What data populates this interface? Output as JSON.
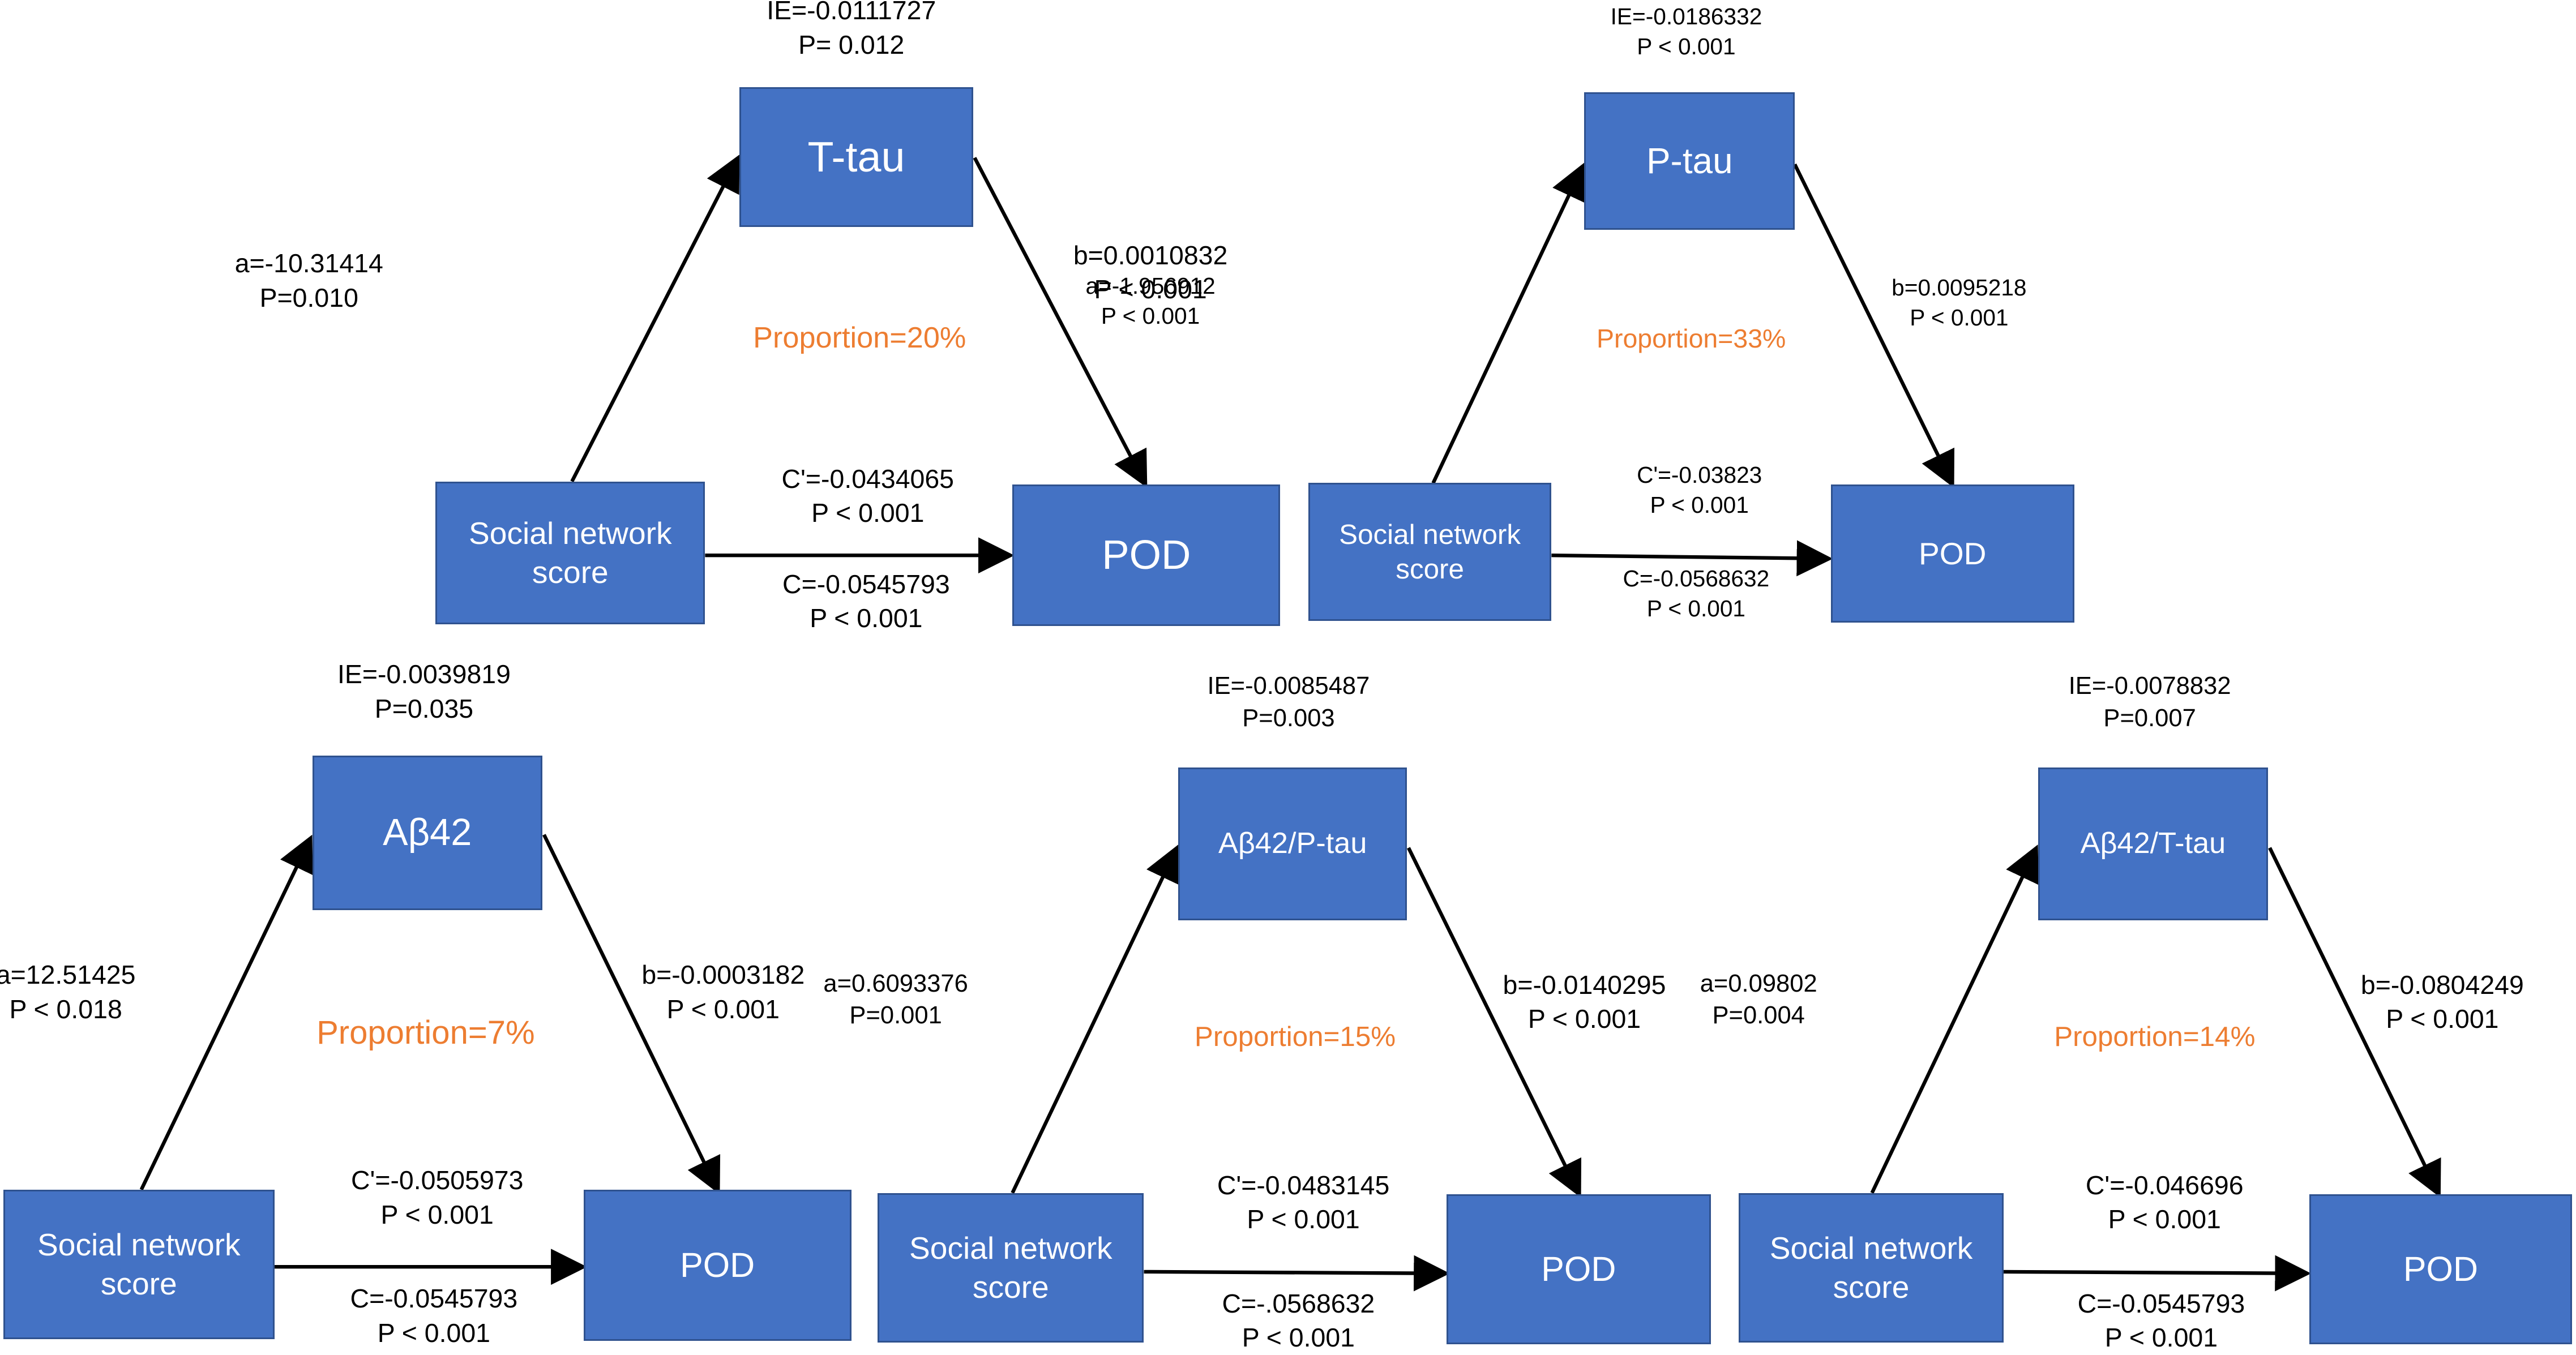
{
  "colors": {
    "box_fill": "#4472c4",
    "box_border": "#2f528f",
    "box_text": "#ffffff",
    "proportion_text": "#ed7d31",
    "arrow": "#000000"
  },
  "diagrams": [
    {
      "id": "ttau",
      "mediator": "T-tau",
      "predictor": "Social network\nscore",
      "outcome": "POD",
      "ie": "IE=-0.0111727\nP= 0.012",
      "a": "a=-10.31414\nP=0.010",
      "b": "b=0.0010832\nP < 0.001",
      "c_prime": "C'=-0.0434065\nP < 0.001",
      "c": "C=-0.0545793\nP  < 0.001",
      "proportion": "Proportion=20%"
    },
    {
      "id": "ptau",
      "mediator": "P-tau",
      "predictor": "Social network\nscore",
      "outcome": "POD",
      "ie": "IE=-0.0186332\nP < 0.001",
      "a": "a=-1.956912\nP <  0.001",
      "b": "b=0.0095218\nP < 0.001",
      "c_prime": "C'=-0.03823\nP < 0.001",
      "c": "C=-0.0568632\nP  < 0.001",
      "proportion": "Proportion=33%"
    },
    {
      "id": "ab42",
      "mediator": "Aβ42",
      "predictor": "Social network\nscore",
      "outcome": "POD",
      "ie": "IE=-0.0039819\nP=0.035",
      "a": "a=12.51425\nP <  0.018",
      "b": "b=-0.0003182\nP < 0.001",
      "c_prime": "C'=-0.0505973\nP < 0.001",
      "c": "C=-0.0545793\nP  < 0.001",
      "proportion": "Proportion=7%"
    },
    {
      "id": "ab42ptau",
      "mediator": "Aβ42/P-tau",
      "predictor": "Social network\nscore",
      "outcome": "POD",
      "ie": "IE=-0.0085487\nP=0.003",
      "a": "a=0.6093376\nP=0.001",
      "b": "b=-0.0140295\nP < 0.001",
      "c_prime": "C'=-0.0483145\nP < 0.001",
      "c": "C=-.0568632\nP  < 0.001",
      "proportion": "Proportion=15%"
    },
    {
      "id": "ab42ttau",
      "mediator": "Aβ42/T-tau",
      "predictor": "Social network\nscore",
      "outcome": "POD",
      "ie": "IE=-0.0078832\nP=0.007",
      "a": "a=0.09802\nP=0.004",
      "b": "b=-0.0804249\nP < 0.001",
      "c_prime": "C'=-0.046696\nP < 0.001",
      "c": "C=-0.0545793\nP  < 0.001",
      "proportion": "Proportion=14%"
    }
  ]
}
